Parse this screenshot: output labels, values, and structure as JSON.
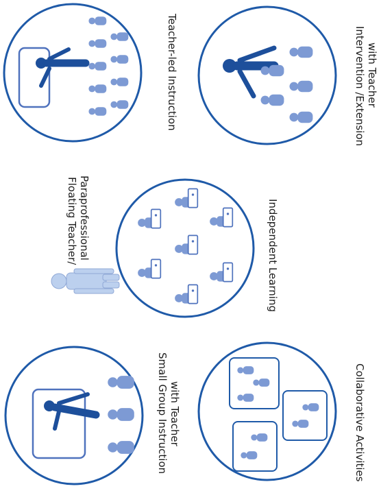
{
  "colors": {
    "circle_stroke": "#1f5aa8",
    "teacher": "#1d4f9b",
    "student": "#7d9ad4",
    "student_dark": "#4e71bd",
    "floating": "#bcd0ee",
    "desk_stroke": "#4f72bd"
  },
  "labels": {
    "teacher_led": "Teacher-led Instruction",
    "intervention_line1": "Intervention /Extension",
    "intervention_line2": "with Teacher",
    "floating_line1": "Floating Teacher/",
    "floating_line2": "Paraprofessional",
    "independent": "Independent Learning",
    "small_group_line1": "Small Group Instruction",
    "small_group_line2": "with Teacher",
    "collaborative": "Collaborative Activities"
  },
  "icons": {
    "teacher": "teacher-figure-icon",
    "student": "student-icon",
    "student_desk": "student-at-desk-icon",
    "floating_teacher": "floating-teacher-icon",
    "whiteboard": "whiteboard-icon",
    "group_table": "group-table-icon"
  }
}
